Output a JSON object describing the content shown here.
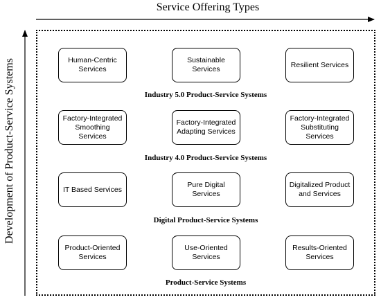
{
  "axes": {
    "x_label": "Service Offering Types",
    "y_label": "Development of Product-Service Systems"
  },
  "rows": [
    {
      "label": "Industry 5.0 Product-Service Systems",
      "boxes": [
        "Human-Centric\nServices",
        "Sustainable Services",
        "Resilient Services"
      ]
    },
    {
      "label": "Industry 4.0 Product-Service Systems",
      "boxes": [
        "Factory-Integrated\nSmoothing Services",
        "Factory-Integrated\nAdapting Services",
        "Factory-Integrated\nSubstituting Services"
      ]
    },
    {
      "label": "Digital Product-Service Systems",
      "boxes": [
        "IT Based Services",
        "Pure Digital Services",
        "Digitalized Product\nand Services"
      ]
    },
    {
      "label": "Product-Service Systems",
      "boxes": [
        "Product-Oriented\nServices",
        "Use-Oriented\nServices",
        "Results-Oriented\nServices"
      ]
    }
  ]
}
